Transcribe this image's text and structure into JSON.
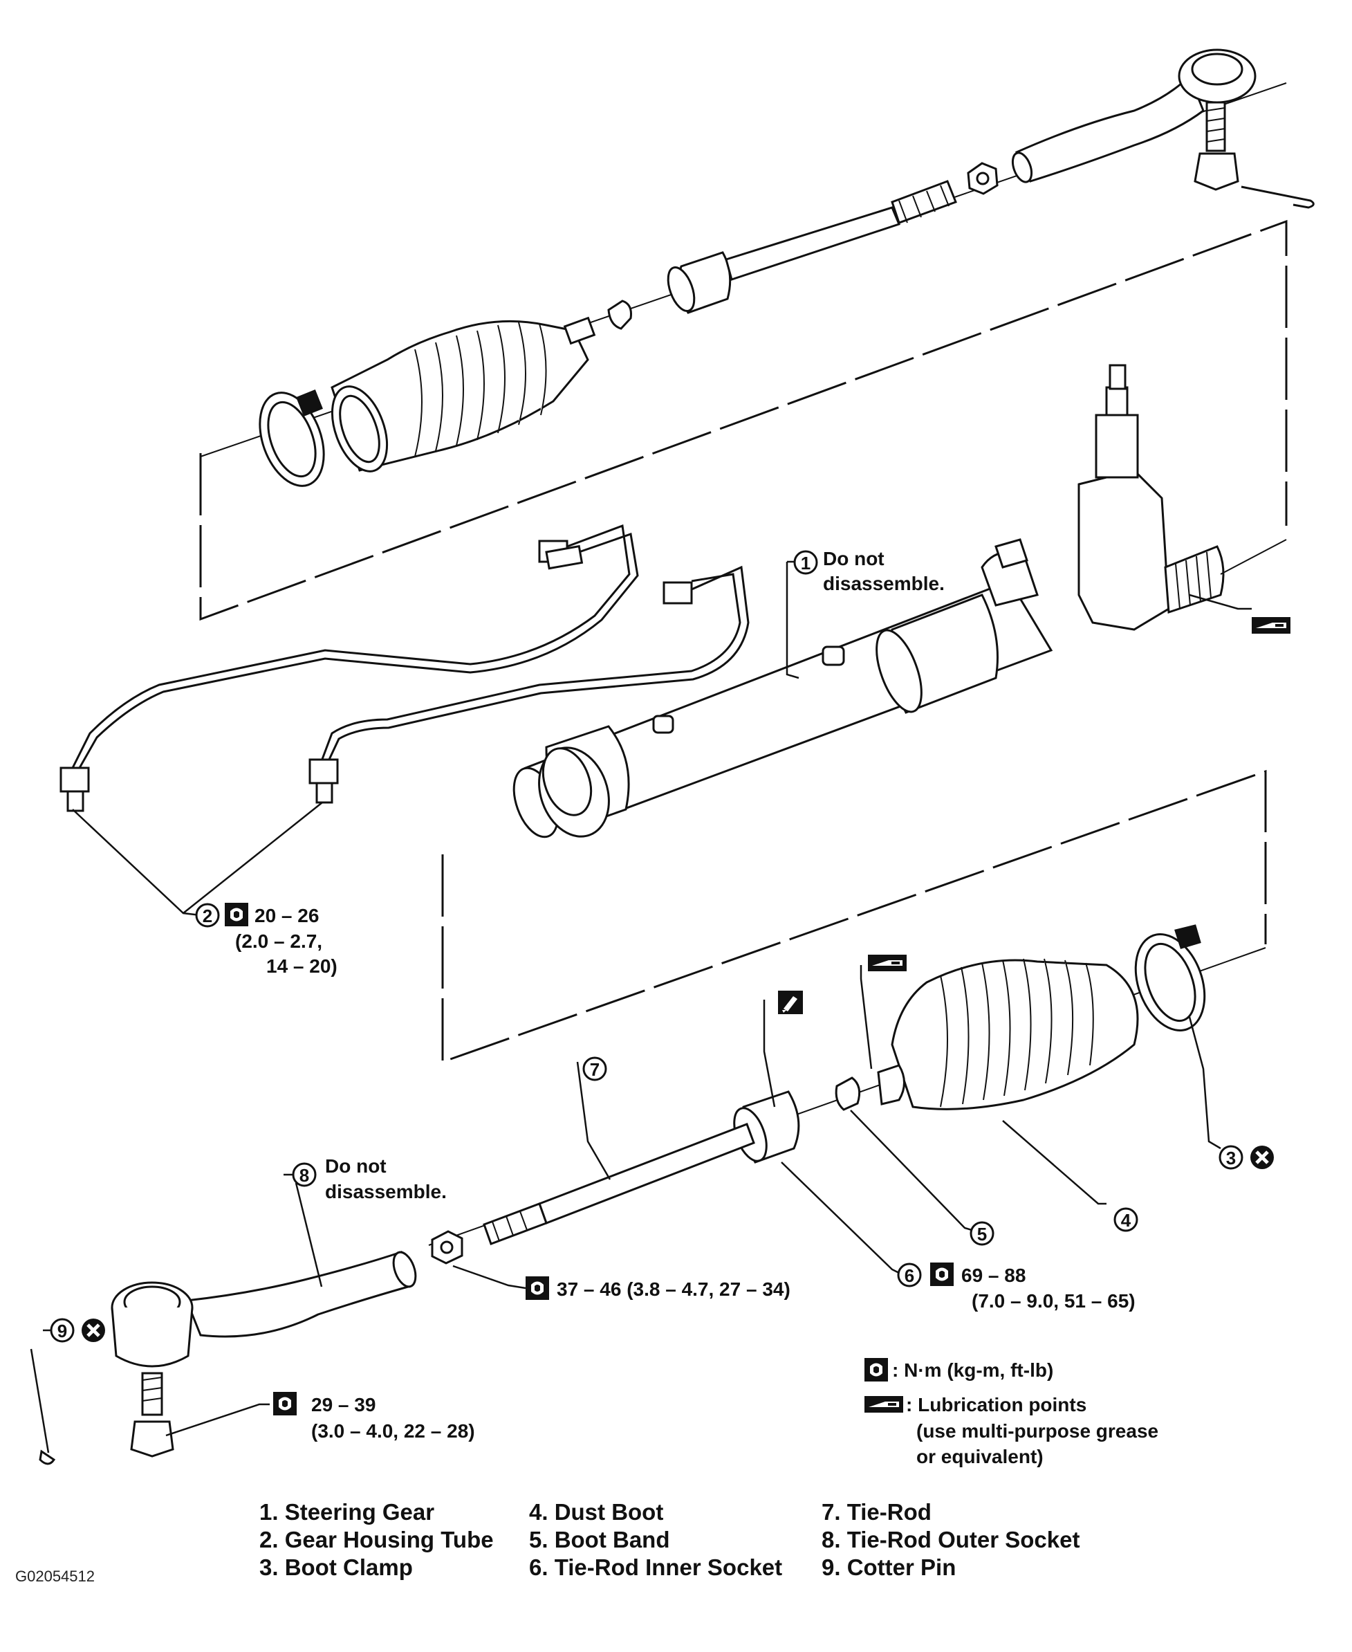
{
  "callouts": {
    "c1": {
      "num": "1",
      "note1": "Do not",
      "note2": "disassemble."
    },
    "c2": {
      "num": "2",
      "torque": "20 – 26",
      "alt1": "(2.0 – 2.7,",
      "alt2": "14 – 20)"
    },
    "c3": {
      "num": "3"
    },
    "c4": {
      "num": "4"
    },
    "c5": {
      "num": "5"
    },
    "c6": {
      "num": "6",
      "torque": "69 – 88",
      "alt": "(7.0 – 9.0, 51 – 65)"
    },
    "c7": {
      "num": "7"
    },
    "c8": {
      "num": "8",
      "note1": "Do not",
      "note2": "disassemble."
    },
    "c9": {
      "num": "9"
    },
    "locknut": {
      "torque": "37 – 46 (3.8 – 4.7, 27 – 34)"
    },
    "castle_nut": {
      "torque": "29 – 39",
      "alt": "(3.0 – 4.0, 22 – 28)"
    }
  },
  "key": {
    "torque_unit": ": N·m (kg-m, ft-lb)",
    "lube_line1": ": Lubrication points",
    "lube_line2": "(use multi-purpose grease",
    "lube_line3": "or equivalent)"
  },
  "parts": {
    "col1": [
      "1. Steering Gear",
      "2. Gear Housing Tube",
      "3. Boot Clamp"
    ],
    "col2": [
      "4. Dust Boot",
      "5. Boot Band",
      "6. Tie-Rod Inner Socket"
    ],
    "col3": [
      "7. Tie-Rod",
      "8. Tie-Rod Outer Socket",
      "9. Cotter Pin"
    ]
  },
  "figure_id": "G02054512",
  "icons": [
    "torque-wrench-icon",
    "lubrication-icon",
    "sealant-icon",
    "do-not-reuse-icon"
  ]
}
